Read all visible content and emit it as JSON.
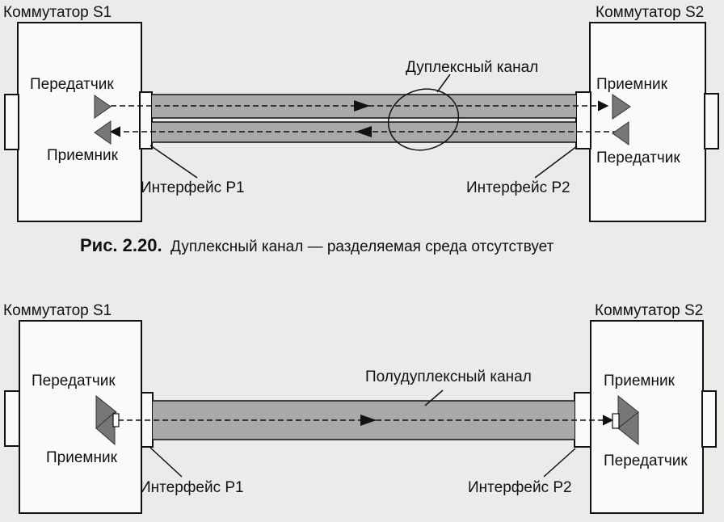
{
  "figure1": {
    "switch_left": "Коммутатор S1",
    "switch_right": "Коммутатор S2",
    "left_top_label": "Передатчик",
    "left_bottom_label": "Приемник",
    "right_top_label": "Приемник",
    "right_bottom_label": "Передатчик",
    "channel_label": "Дуплексный канал",
    "interface_left": "Интерфейс Р1",
    "interface_right": "Интерфейс Р2",
    "caption_number": "Рис. 2.20.",
    "caption_text": "Дуплексный канал — разделяемая среда отсутствует"
  },
  "figure2": {
    "switch_left": "Коммутатор S1",
    "switch_right": "Коммутатор S2",
    "left_top_label": "Передатчик",
    "left_bottom_label": "Приемник",
    "right_top_label": "Приемник",
    "right_bottom_label": "Передатчик",
    "channel_label": "Полудуплексный канал",
    "interface_left": "Интерфейс Р1",
    "interface_right": "Интерфейс Р2"
  },
  "colors": {
    "background": "#ebebea",
    "box_fill": "#fafafa",
    "channel_fill": "#a9a9a9",
    "triangle_fill": "#777777",
    "ink": "#111111"
  }
}
